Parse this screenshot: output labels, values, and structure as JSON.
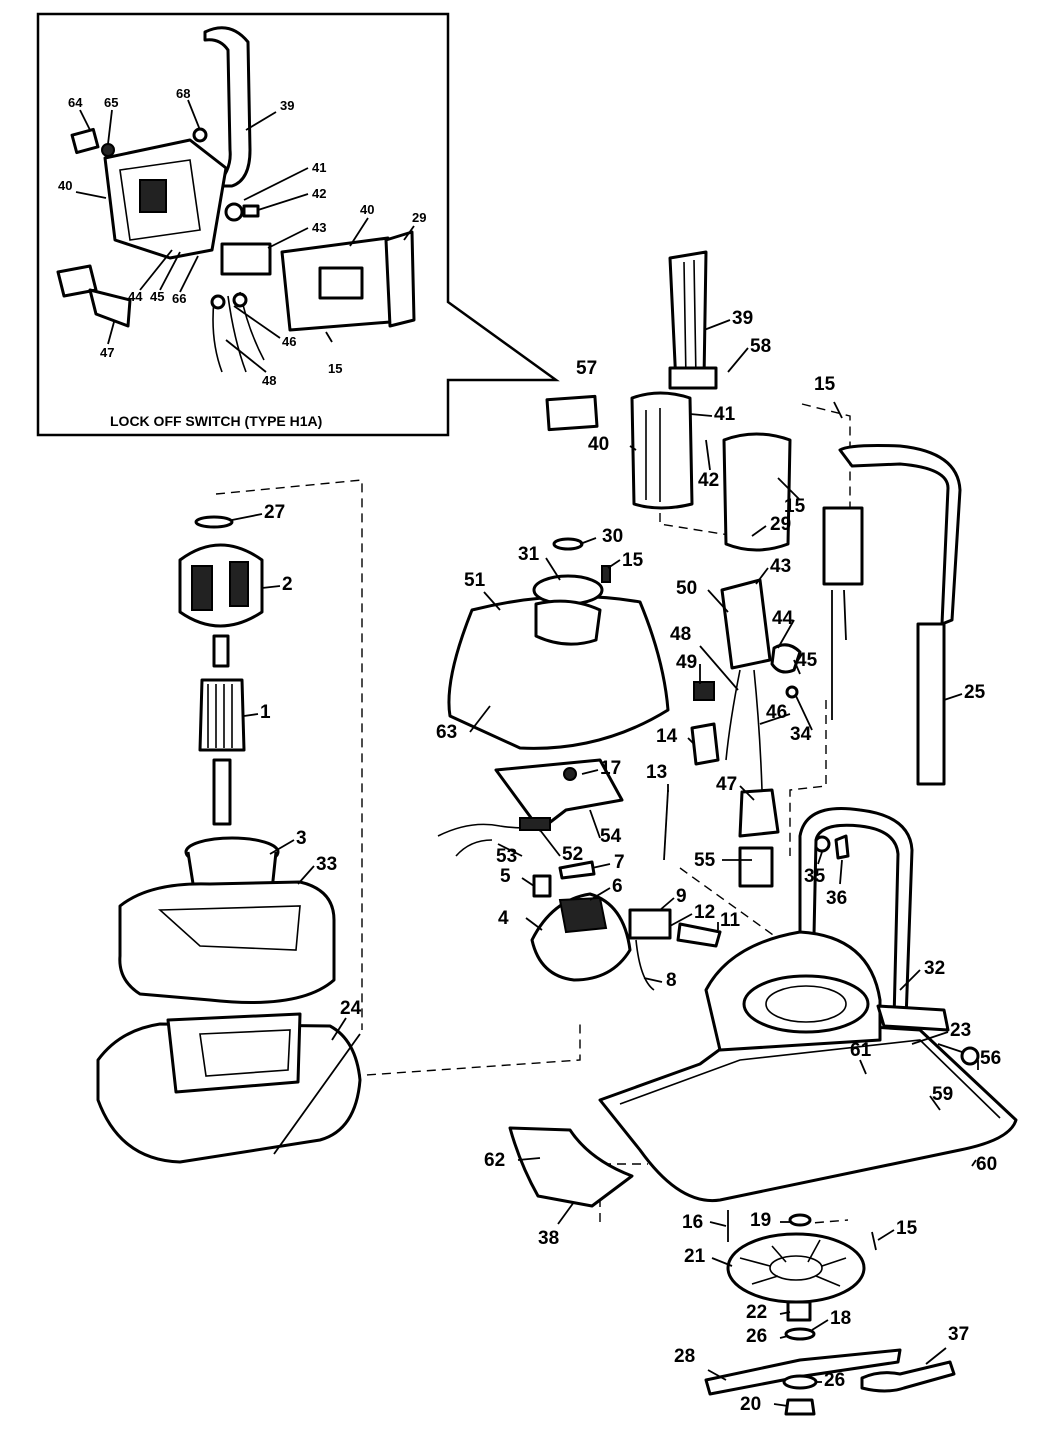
{
  "inset": {
    "title": "LOCK OFF SWITCH (TYPE   H1A)",
    "labels": [
      "64",
      "65",
      "68",
      "39",
      "40",
      "41",
      "42",
      "40",
      "29",
      "43",
      "44",
      "45",
      "66",
      "46",
      "47",
      "48",
      "15"
    ]
  },
  "main": {
    "labels": [
      "27",
      "2",
      "1",
      "3",
      "33",
      "24",
      "39",
      "58",
      "57",
      "41",
      "40",
      "42",
      "15",
      "15",
      "29",
      "30",
      "31",
      "15",
      "51",
      "63",
      "43",
      "50",
      "44",
      "48",
      "45",
      "49",
      "34",
      "46",
      "25",
      "14",
      "47",
      "17",
      "13",
      "54",
      "53",
      "52",
      "7",
      "5",
      "6",
      "55",
      "35",
      "36",
      "4",
      "9",
      "12",
      "11",
      "8",
      "32",
      "23",
      "56",
      "61",
      "59",
      "60",
      "62",
      "38",
      "16",
      "19",
      "15",
      "21",
      "22",
      "18",
      "26",
      "37",
      "28",
      "26",
      "20"
    ]
  }
}
